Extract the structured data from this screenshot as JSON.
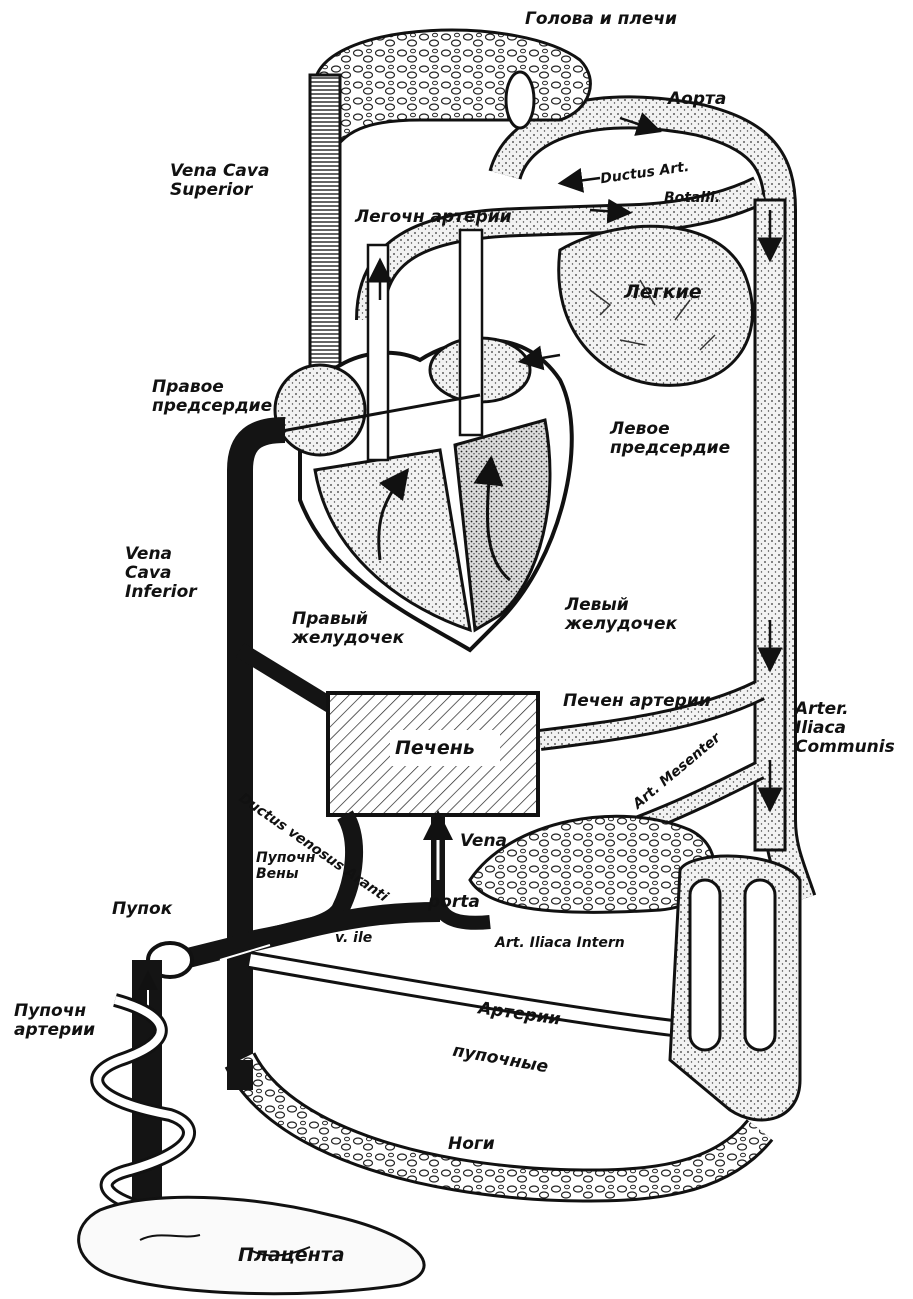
{
  "labels": {
    "head_shoulders": "Голова и плечи",
    "aorta": "Аорта",
    "vena_cava_superior": [
      "Vena Cava",
      "Superior"
    ],
    "ductus_art": "Ductus Art.",
    "botalli": "Botalli.",
    "pulmonary_arteries": "Легочн артерии",
    "lungs": "Легкие",
    "right_atrium": [
      "Правое",
      "предсердие"
    ],
    "left_atrium": [
      "Левое",
      "предсердие"
    ],
    "vena_cava_inferior": [
      "Vena",
      "Cava",
      "Inferior"
    ],
    "right_ventricle": [
      "Правый",
      "желудочек"
    ],
    "left_ventricle": [
      "Левый",
      "желудочек"
    ],
    "hepatic_artery": "Печен артерии",
    "liver": "Печень",
    "arter_iliaca_communis": [
      "Arter.",
      "Iliaca",
      "Communis"
    ],
    "ductus_venosus": "Ductus venosus Aranti",
    "art_mesenter": "Art. Mesenter",
    "vena": "Vena",
    "porta": "porta",
    "umbilical_veins": [
      "Пупочн",
      "Вены"
    ],
    "navel": "Пупок",
    "v_ile": "v. ile",
    "art_iliaca_intern": "Art. Iliaca Intern",
    "umbilical_arteries_left": [
      "Пупочн",
      "артерии"
    ],
    "arteries": "Артерии",
    "umbilical": "пупочные",
    "legs": "Ноги",
    "placenta": "Плацента"
  },
  "colors": {
    "ink": "#111111",
    "background": "#ffffff",
    "oxygenated_stipple": "#e6e6e6",
    "venous_black": "#141414"
  }
}
